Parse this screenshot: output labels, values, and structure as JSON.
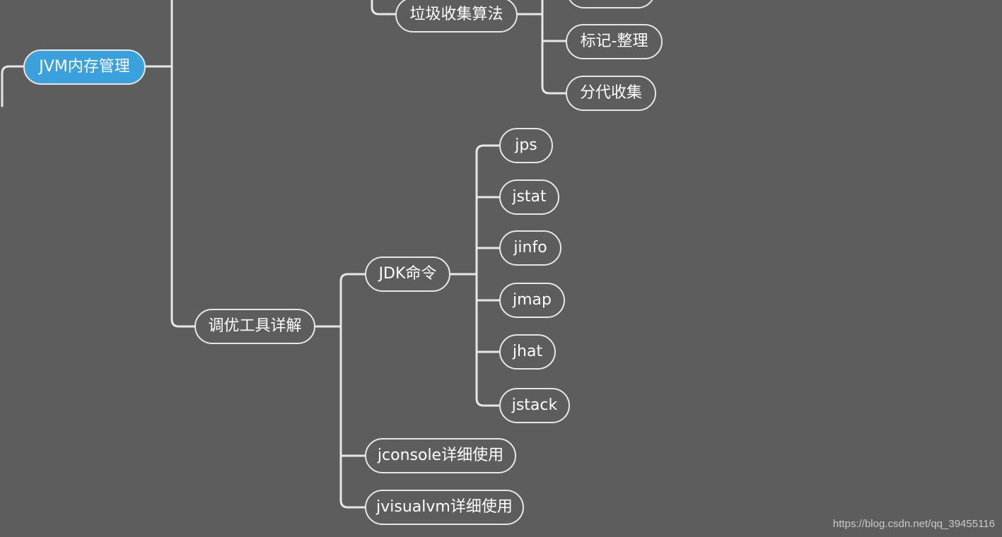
{
  "colors": {
    "background": "#5d5d5d",
    "line": "#e6e6e6",
    "root_fill": "#3aa1dc",
    "text": "#ffffff"
  },
  "mindmap": {
    "root": "JVM内存管理",
    "gc_algorithms": {
      "label": "垃圾收集算法",
      "children": [
        "标记-整理",
        "分代收集"
      ]
    },
    "tuning_tools": {
      "label": "调优工具详解",
      "jdk_commands": {
        "label": "JDK命令",
        "children": [
          "jps",
          "jstat",
          "jinfo",
          "jmap",
          "jhat",
          "jstack"
        ]
      },
      "jconsole": "jconsole详细使用",
      "jvisualvm": "jvisualvm详细使用"
    }
  },
  "watermark": "https://blog.csdn.net/qq_39455116"
}
